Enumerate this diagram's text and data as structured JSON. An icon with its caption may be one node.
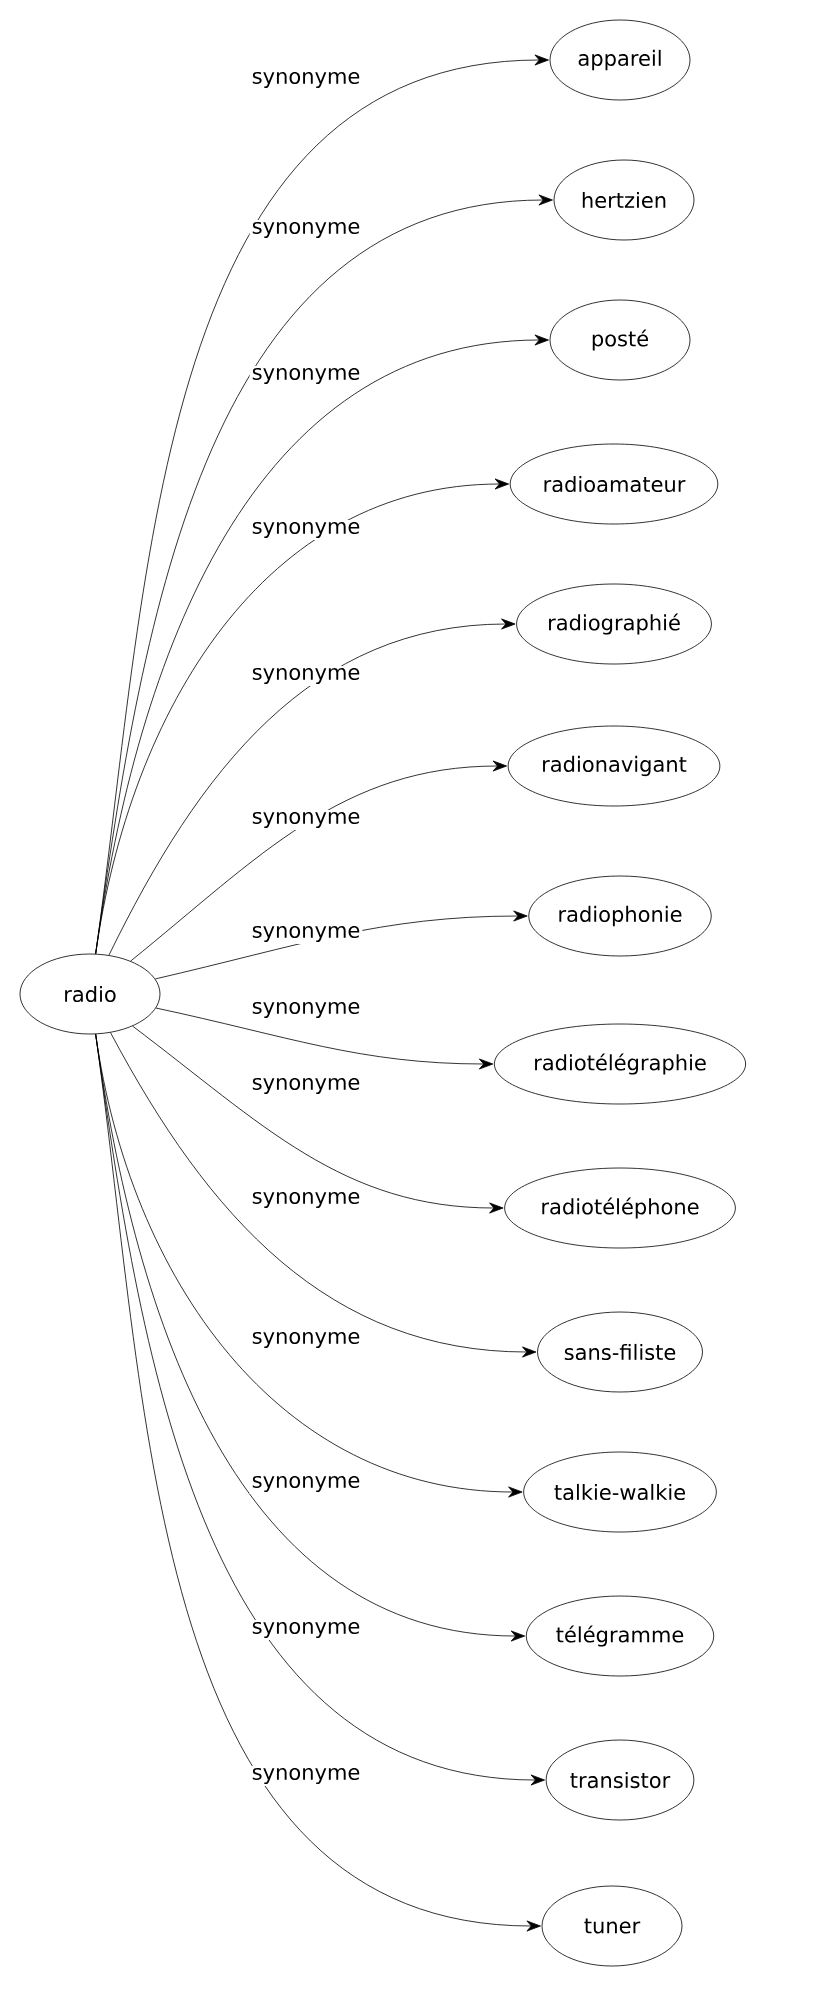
{
  "diagram": {
    "nodes": [
      {
        "text": [
          "radio"
        ]
      },
      {
        "text": [
          "appareil"
        ]
      },
      {
        "text": [
          "hertzien"
        ]
      },
      {
        "text": [
          "posté"
        ]
      },
      {
        "text": [
          "radioamateur"
        ]
      },
      {
        "text": [
          "radiographié"
        ]
      },
      {
        "text": [
          "radionavigant"
        ]
      },
      {
        "text": [
          "radiophonie"
        ]
      },
      {
        "text": [
          "radiotélégraphie"
        ]
      },
      {
        "text": [
          "radiotéléphone"
        ]
      },
      {
        "text": [
          "sans-filiste"
        ]
      },
      {
        "text": [
          "talkie-walkie"
        ]
      },
      {
        "text": [
          "télégramme"
        ]
      },
      {
        "text": [
          "transistor"
        ]
      },
      {
        "text": [
          "tuner"
        ]
      }
    ],
    "edges": [
      {
        "from": 0,
        "to": 1,
        "arrow": "to",
        "label": "synonyme"
      },
      {
        "from": 0,
        "to": 2,
        "arrow": "to",
        "label": "synonyme"
      },
      {
        "from": 0,
        "to": 3,
        "arrow": "to",
        "label": "synonyme"
      },
      {
        "from": 0,
        "to": 4,
        "arrow": "to",
        "label": "synonyme"
      },
      {
        "from": 0,
        "to": 5,
        "arrow": "to",
        "label": "synonyme"
      },
      {
        "from": 0,
        "to": 6,
        "arrow": "to",
        "label": "synonyme"
      },
      {
        "from": 0,
        "to": 7,
        "arrow": "to",
        "label": "synonyme"
      },
      {
        "from": 0,
        "to": 8,
        "arrow": "to",
        "label": "synonyme"
      },
      {
        "from": 0,
        "to": 9,
        "arrow": "to",
        "label": "synonyme"
      },
      {
        "from": 0,
        "to": 10,
        "arrow": "to",
        "label": "synonyme"
      },
      {
        "from": 0,
        "to": 11,
        "arrow": "to",
        "label": "synonyme"
      },
      {
        "from": 0,
        "to": 12,
        "arrow": "to",
        "label": "synonyme"
      },
      {
        "from": 0,
        "to": 13,
        "arrow": "to",
        "label": "synonyme"
      },
      {
        "from": 0,
        "to": 14,
        "arrow": "to",
        "label": "synonyme"
      }
    ]
  }
}
